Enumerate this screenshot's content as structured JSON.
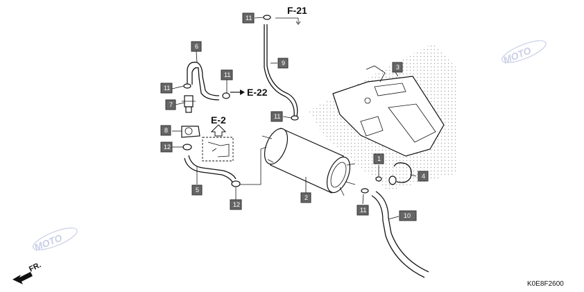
{
  "callouts": {
    "c1": "1",
    "c2": "2",
    "c3": "3",
    "c4": "4",
    "c5": "5",
    "c6": "6",
    "c7": "7",
    "c8": "8",
    "c9": "9",
    "c10": "10",
    "c11a": "11",
    "c11b": "11",
    "c11c": "11",
    "c11d": "11",
    "c11e": "11",
    "c12a": "12",
    "c12b": "12"
  },
  "references": {
    "f21": "F-21",
    "e22": "E-22",
    "e2": "E-2",
    "fr": "FR."
  },
  "diagram_code": "K0E8F2600",
  "watermark": "MOTO",
  "colors": {
    "callout_fill": "#666666",
    "line": "#111111",
    "watermark": "#c9cfe6"
  }
}
